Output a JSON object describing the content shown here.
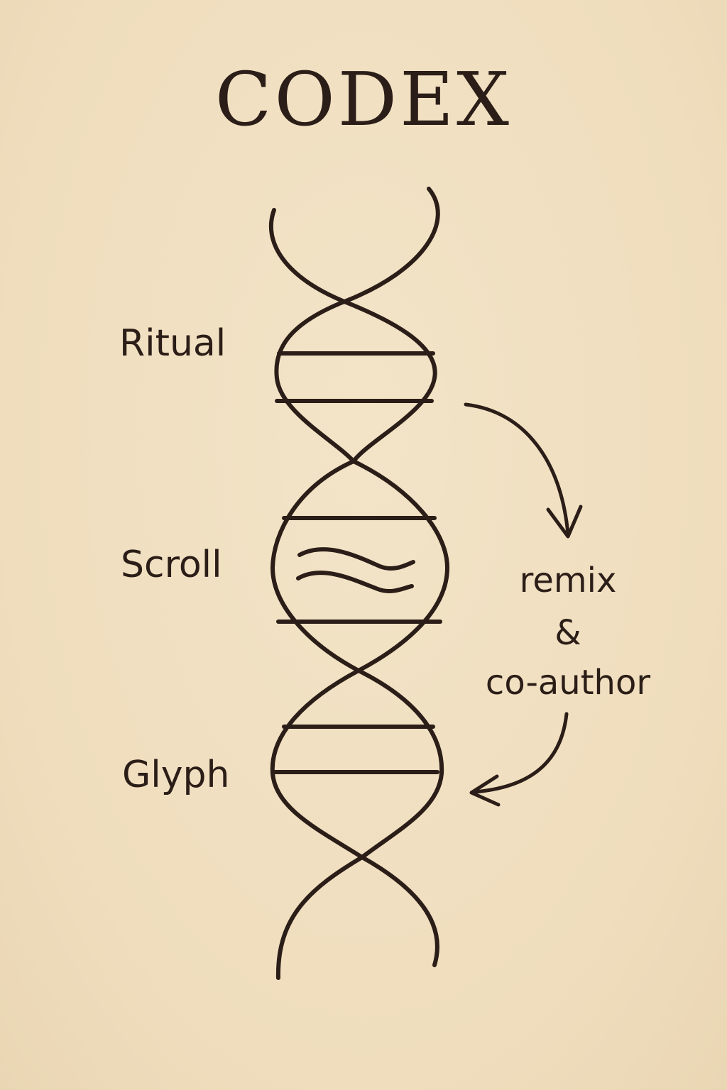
{
  "title": "CODEX",
  "labels": {
    "ritual": "Ritual",
    "scroll": "Scroll",
    "glyph": "Glyph"
  },
  "annotation": {
    "line1": "remix",
    "line2": "&",
    "line3": "co-author"
  },
  "icons": {
    "helix": "dna-double-helix-icon",
    "waves": "scroll-waves-icon",
    "arrow_down": "curved-arrow-down-icon",
    "arrow_left": "curved-arrow-left-icon"
  },
  "colors": {
    "background": "#f1e0c1",
    "ink": "#2b1d17"
  }
}
